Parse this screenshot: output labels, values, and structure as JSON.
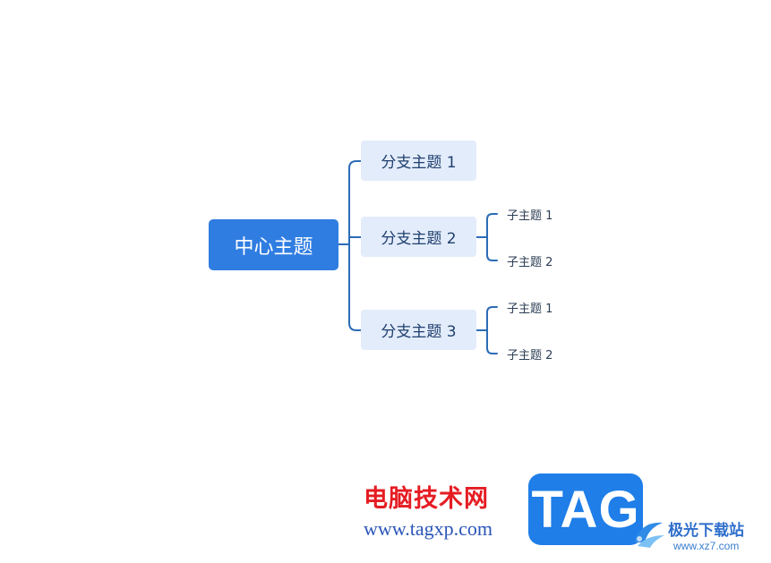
{
  "mindmap": {
    "central": "中心主题",
    "branches": [
      {
        "label": "分支主题 1",
        "children": []
      },
      {
        "label": "分支主题 2",
        "children": [
          "子主题 1",
          "子主题 2"
        ]
      },
      {
        "label": "分支主题 3",
        "children": [
          "子主题 1",
          "子主题 2"
        ]
      }
    ],
    "colors": {
      "central_fill": "#2f7de1",
      "branch_fill": "#e3ecfb",
      "connector": "#2b6cb6"
    }
  },
  "watermark": {
    "site_name": "电脑技术网",
    "site_url": "www.tagxp.com",
    "logo_text": "TAG",
    "xz_name": "极光下载站",
    "xz_url": "www.xz7.com"
  }
}
